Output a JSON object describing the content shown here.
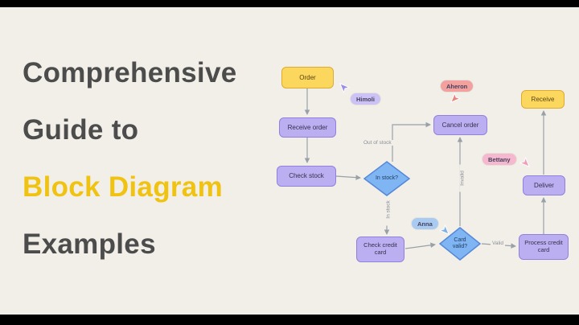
{
  "title": {
    "line1": "Comprehensive",
    "line2": "Guide to",
    "line3": "Block Diagram",
    "line4": "Examples"
  },
  "flowchart": {
    "nodes": {
      "order": "Order",
      "receive_order": "Receive order",
      "check_stock": "Check stock",
      "in_stock": "In stock?",
      "cancel_order": "Cancel order",
      "receive": "Receive",
      "deliver": "Deliver",
      "check_credit_card": "Check credit card",
      "card_valid": "Card valid?",
      "process_credit_card": "Process credit card"
    },
    "edge_labels": {
      "out_of_stock": "Out of stock",
      "in_stock": "In stock",
      "invalid": "Invalid",
      "valid": "Valid"
    },
    "collaborators": {
      "himoli": "Himoli",
      "aheron": "Aheron",
      "bettany": "Bettany",
      "anna": "Anna"
    }
  },
  "colors": {
    "background": "#f2efe8",
    "letterbox": "#000000",
    "title_dark": "#4c4c4c",
    "title_accent": "#f0c312",
    "node_yellow": "#fcd75e",
    "node_purple": "#bcaff1",
    "diamond_blue": "#7fb5f2",
    "pill_himoli": "#cdc2f5",
    "pill_aheron": "#f2a19e",
    "pill_bettany": "#f5b8ce",
    "pill_anna": "#a9cbf2",
    "edge_gray": "#98a0a8"
  }
}
